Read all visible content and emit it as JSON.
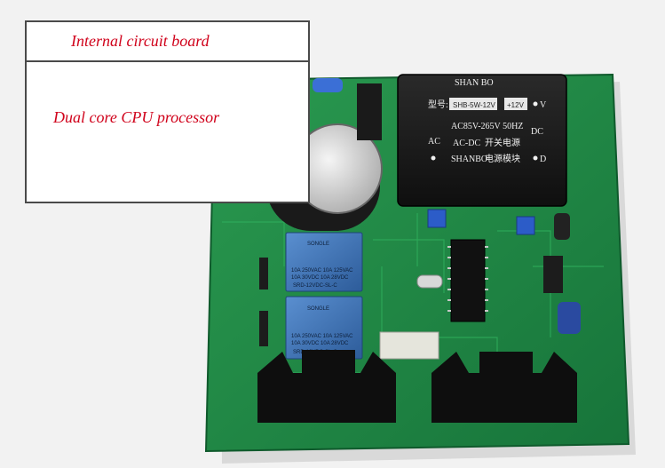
{
  "caption": {
    "title": "Internal circuit board",
    "subtitle": "Dual core CPU processor"
  },
  "power_module": {
    "brand": "SHAN BO",
    "model_label": "型号:",
    "model": "SHB-5W-12V",
    "output": "+12V",
    "pin_v": "V",
    "input_range": "AC85V-265V 50HZ",
    "ac": "AC",
    "dc": "DC",
    "type": "AC-DC",
    "type_cn": "开关电源",
    "maker": "SHANBO",
    "maker_cn": "电源模块",
    "pin_d": "D"
  },
  "relays": [
    {
      "brand": "SONGLE",
      "rating1": "10A 250VAC 10A 125VAC",
      "rating2": "10A 30VDC 10A 28VDC",
      "model": "SRD-12VDC-SL-C"
    },
    {
      "brand": "SONGLE",
      "rating1": "10A 250VAC 10A 125VAC",
      "rating2": "10A 30VDC 10A 28VDC",
      "model": "SRD-12VDC-SL-C"
    }
  ],
  "colors": {
    "pcb": "#1f8a45",
    "caption_text": "#d0021b",
    "relay": "#3b6fb3",
    "module": "#1b1b1b"
  }
}
